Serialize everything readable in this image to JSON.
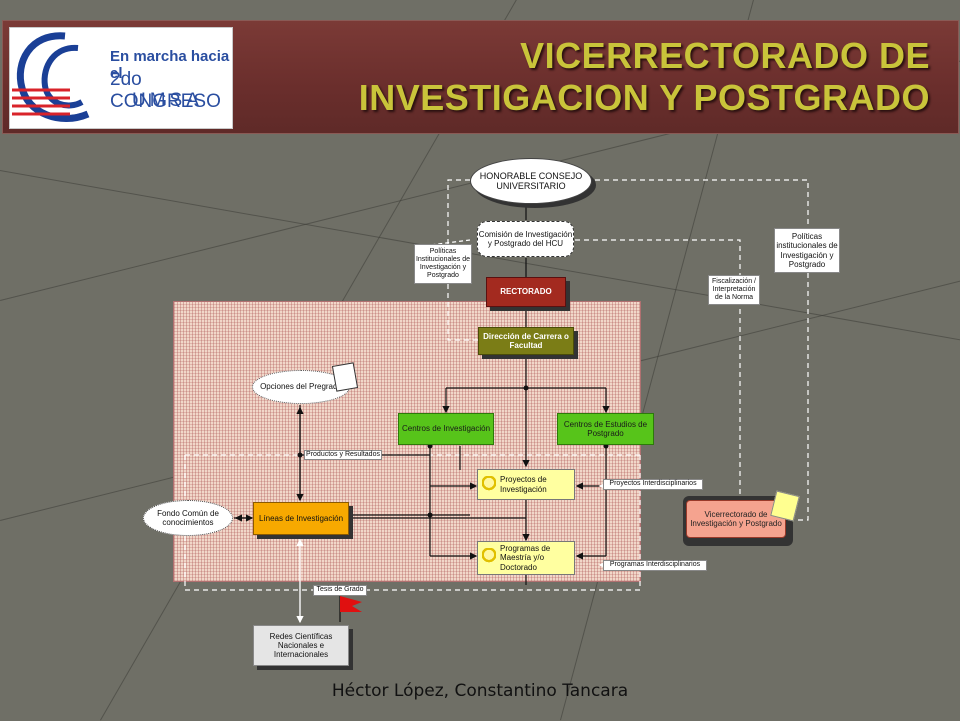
{
  "header": {
    "title_line1": "VICERRECTORADO DE",
    "title_line2": "INVESTIGACION Y POSTGRADO",
    "logo": {
      "line1": "En marcha hacia el",
      "line2": "2do CONGRESO",
      "line3": "UMSA"
    }
  },
  "diagram": {
    "nodes": {
      "hcu": "HONORABLE CONSEJO UNIVERSITARIO",
      "comision": "Comisión de Investigación y Postgrado del HCU",
      "rectorado": "RECTORADO",
      "direccion": "Dirección de Carrera o Facultad",
      "opciones": "Opciones del Pregrado",
      "centros_inv": "Centros de Investigación",
      "centros_post": "Centros de Estudios de Postgrado",
      "proyectos": "Proyectos de Investigación",
      "lineas": "Líneas de Investigación",
      "fondo": "Fondo Común de conocimientos",
      "programas": "Programas de Maestría y/o Doctorado",
      "vicerrectorado": "Vicerrectorado de Investigación y Postgrado",
      "redes": "Redes Científicas Nacionales e Internacionales"
    },
    "labels": {
      "politicas_left": "Políticas Institucionales de Investigación y Postgrado",
      "politicas_right": "Políticas institucionales de Investigación y Postgrado",
      "fiscalizacion": "Fiscalización / Interpretación de la Norma",
      "productos": "Productos y Resultados",
      "proyectos_inter": "Proyectos Interdisciplinarios",
      "programas_inter": "Programas Interdisciplinarios",
      "tesis": "Tesis de Grado"
    }
  },
  "footer": {
    "authors": "Héctor López, Constantino Tancara"
  },
  "colors": {
    "background": "#6f6f66",
    "header": "#6a2e2c",
    "title": "#c9c43a",
    "rectorado": "#a32a1f",
    "direccion": "#7b7d16",
    "centros": "#57c41a",
    "lineas": "#f7a900",
    "proyectos": "#ffffa0",
    "vicerrectorado": "#f5a38f"
  }
}
